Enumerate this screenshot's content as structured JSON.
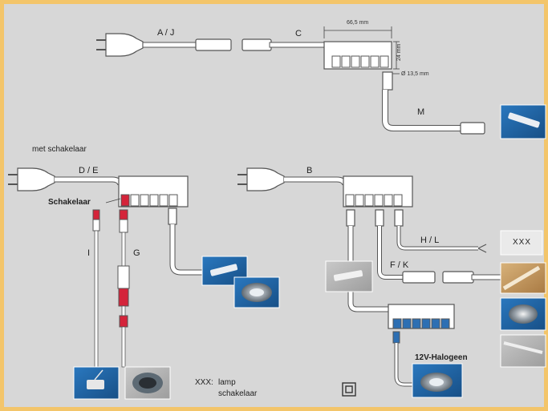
{
  "labels": {
    "aj": "A / J",
    "c": "C",
    "m": "M",
    "de": "D / E",
    "b": "B",
    "schakelaar": "Schakelaar",
    "met_schakelaar": "met schakelaar",
    "i": "I",
    "g": "G",
    "hl": "H / L",
    "fk": "F / K",
    "halogeen": "12V-Halogeen",
    "xxx_box": "XXX"
  },
  "dimensions": {
    "width": "66,5 mm",
    "height": "24 mm",
    "diameter": "Ø 13,5 mm"
  },
  "legend": {
    "prefix": "XXX:",
    "line1": "lamp",
    "line2": "schakelaar"
  },
  "colors": {
    "background": "#d7d7d7",
    "border": "#f3c56a",
    "cable": "#ffffff",
    "outline": "#555555",
    "switch_red": "#d4243a",
    "connector_blue": "#2d6fb3",
    "photo_blue": "#1f64a6"
  },
  "icons": [
    "euro-plug-icon",
    "distributor-block-icon",
    "led-strip-photo",
    "spot-lamp-photo",
    "switch-icon"
  ]
}
